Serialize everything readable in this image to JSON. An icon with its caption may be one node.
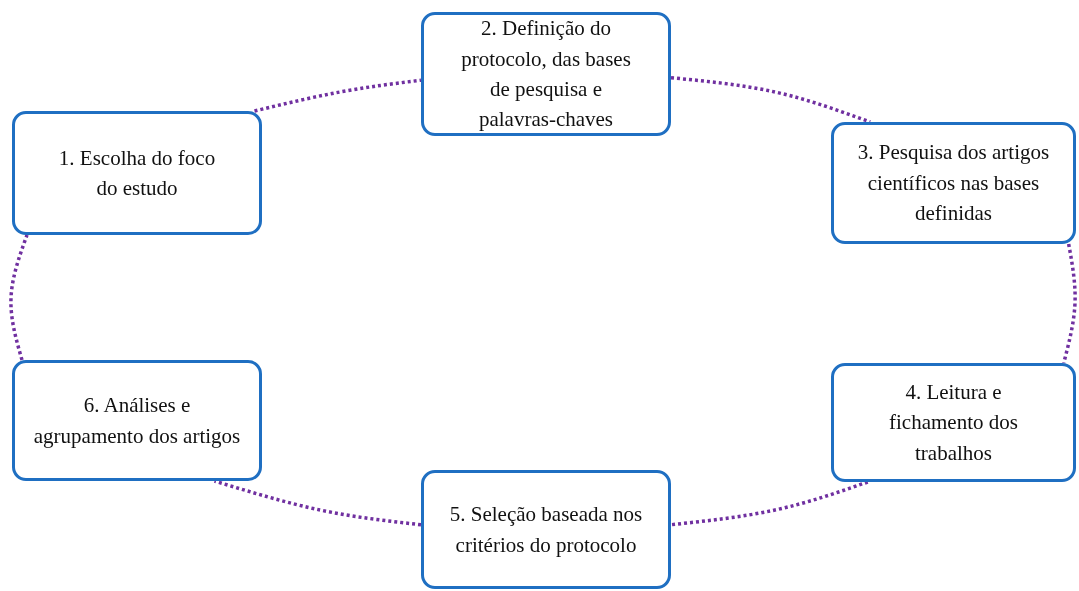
{
  "diagram": {
    "nodes": [
      {
        "text": [
          "1. Escolha do foco do estudo"
        ]
      },
      {
        "text": [
          "2. Definição do protocolo, das bases de pesquisa e palavras-chaves"
        ]
      },
      {
        "text": [
          "3. Pesquisa dos artigos científicos nas bases definidas"
        ]
      },
      {
        "text": [
          "4. Leitura e fichamento dos trabalhos"
        ]
      },
      {
        "text": [
          "5. Seleção baseada nos critérios do protocolo"
        ]
      },
      {
        "text": [
          "6. Análises e agrupamento dos artigos"
        ]
      }
    ],
    "edges": [
      {
        "from": 0,
        "to": 1,
        "arrow": "none"
      },
      {
        "from": 1,
        "to": 2,
        "arrow": "none"
      },
      {
        "from": 2,
        "to": 3,
        "arrow": "none"
      },
      {
        "from": 3,
        "to": 4,
        "arrow": "none"
      },
      {
        "from": 4,
        "to": 5,
        "arrow": "none"
      },
      {
        "from": 5,
        "to": 0,
        "arrow": "none"
      }
    ]
  }
}
